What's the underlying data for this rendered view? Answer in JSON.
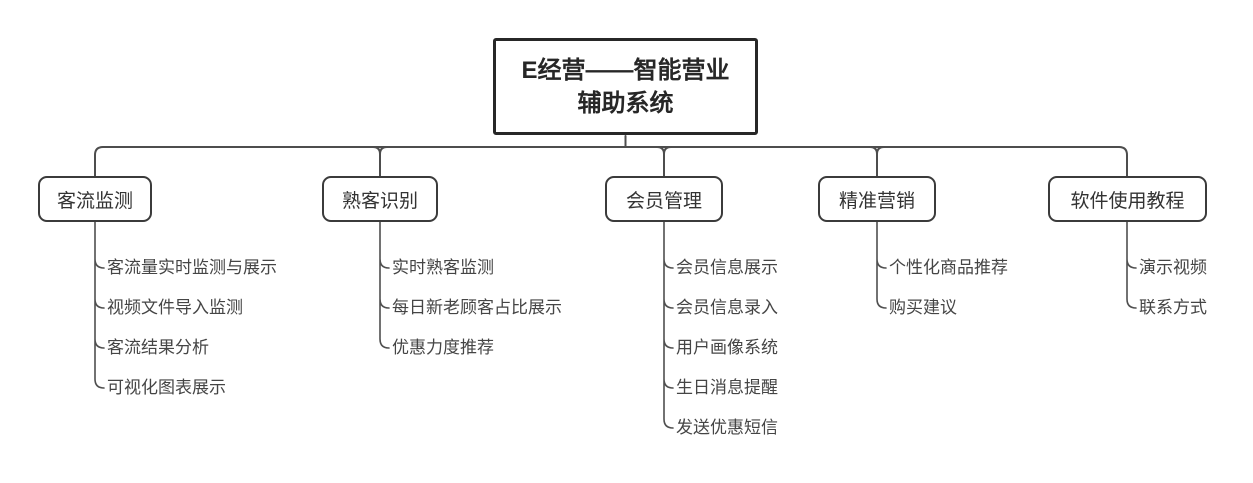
{
  "title": {
    "line1": "E经营——智能营业",
    "line2": "辅助系统"
  },
  "tree": {
    "branches": [
      {
        "label": "客流监测",
        "items": [
          "客流量实时监测与展示",
          "视频文件导入监测",
          "客流结果分析",
          "可视化图表展示"
        ]
      },
      {
        "label": "熟客识别",
        "items": [
          "实时熟客监测",
          "每日新老顾客占比展示",
          "优惠力度推荐"
        ]
      },
      {
        "label": "会员管理",
        "items": [
          "会员信息展示",
          "会员信息录入",
          "用户画像系统",
          "生日消息提醒",
          "发送优惠短信"
        ]
      },
      {
        "label": "精准营销",
        "items": [
          "个性化商品推荐",
          "购买建议"
        ]
      },
      {
        "label": "软件使用教程",
        "items": [
          "演示视频",
          "联系方式"
        ]
      }
    ]
  },
  "colors": {
    "line": "#4d4d4d",
    "box_border": "#3b3b3b",
    "title_text": "#272727",
    "branch_text": "#333333",
    "leaf_text": "#454545",
    "background": "#ffffff"
  }
}
